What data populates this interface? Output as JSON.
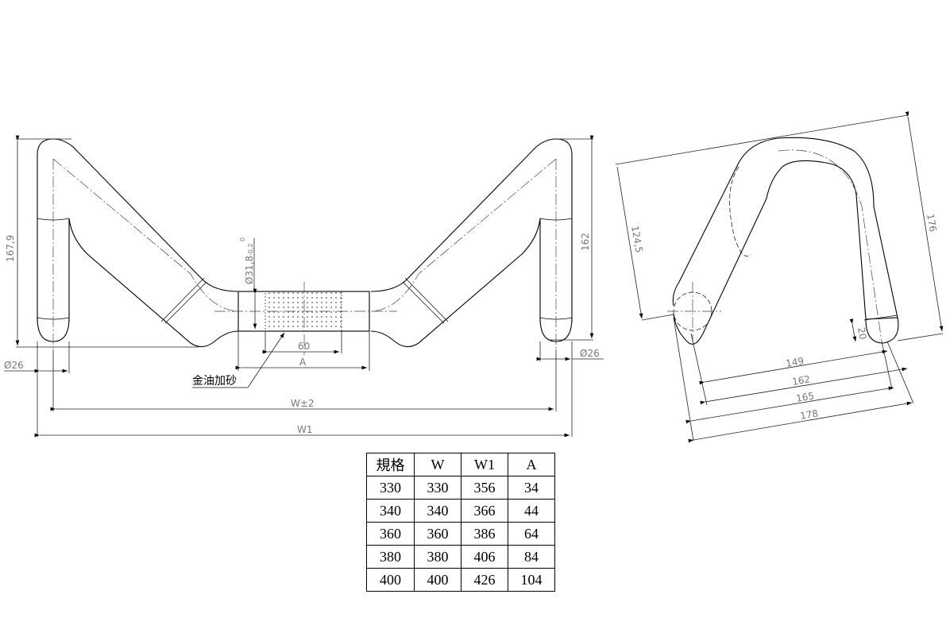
{
  "front_view": {
    "dim_height_left": "167,9",
    "dim_height_right": "162",
    "dim_dia_left": "Ø26",
    "dim_dia_right": "Ø26",
    "dim_clamp_dia": "Ø31,8",
    "dim_clamp_tol_upper": "0",
    "dim_clamp_tol_lower": "-0,2",
    "dim_knurl_len": "60",
    "dim_clamp_len": "A",
    "dim_width": "W±2",
    "dim_width_outer": "W1",
    "note_knurl": "金油加砂"
  },
  "side_view": {
    "dim_124": "124,5",
    "dim_176": "176",
    "dim_20": "20",
    "dim_149": "149",
    "dim_162": "162",
    "dim_165": "165",
    "dim_178": "178"
  },
  "spec_table": {
    "headers": [
      "規格",
      "W",
      "W1",
      "A"
    ],
    "rows": [
      [
        "330",
        "330",
        "356",
        "34"
      ],
      [
        "340",
        "340",
        "366",
        "44"
      ],
      [
        "360",
        "360",
        "386",
        "64"
      ],
      [
        "380",
        "380",
        "406",
        "84"
      ],
      [
        "400",
        "400",
        "426",
        "104"
      ]
    ]
  }
}
